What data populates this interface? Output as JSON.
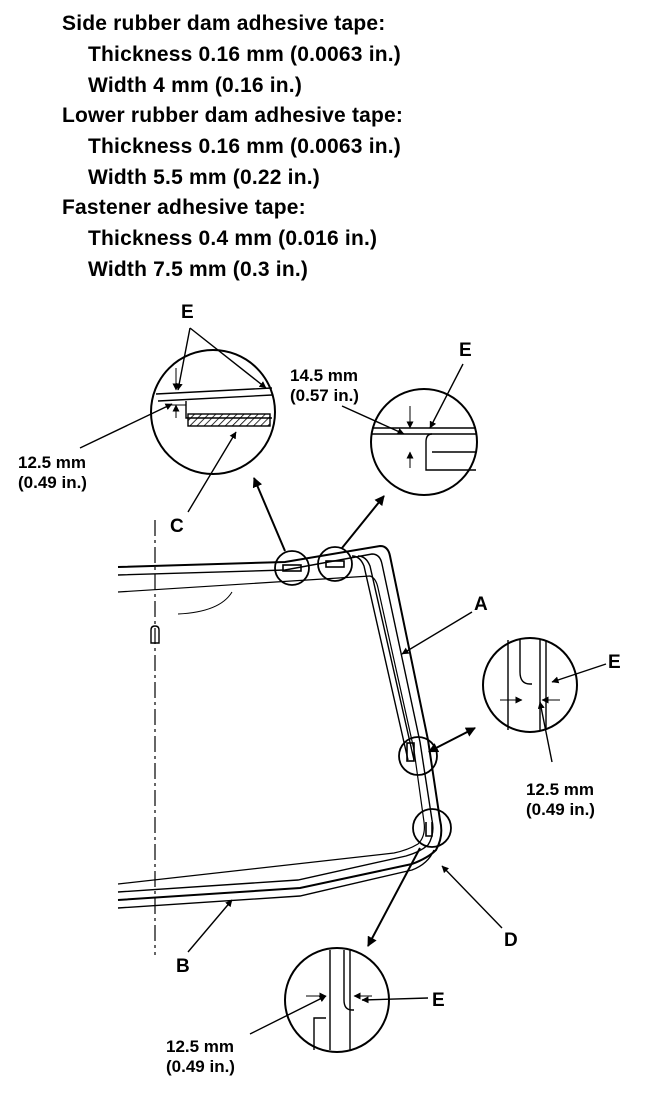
{
  "specs": {
    "side": {
      "heading": "Side rubber dam adhesive tape:",
      "thickness": "Thickness 0.16 mm (0.0063 in.)",
      "width": "Width 4 mm (0.16 in.)"
    },
    "lower": {
      "heading": "Lower rubber dam adhesive tape:",
      "thickness": "Thickness 0.16 mm (0.0063 in.)",
      "width": "Width 5.5 mm (0.22 in.)"
    },
    "fastener": {
      "heading": "Fastener adhesive tape:",
      "thickness": "Thickness 0.4 mm (0.016 in.)",
      "width": "Width 7.5 mm (0.3 in.)"
    }
  },
  "labels": {
    "a": "A",
    "b": "B",
    "c": "C",
    "d": "D",
    "e": "E"
  },
  "dimensions": {
    "top_left": {
      "mm": "12.5 mm",
      "in": "(0.49 in.)"
    },
    "top_right": {
      "mm": "14.5 mm",
      "in": "(0.57 in.)"
    },
    "right": {
      "mm": "12.5 mm",
      "in": "(0.49 in.)"
    },
    "bottom": {
      "mm": "12.5 mm",
      "in": "(0.49 in.)"
    }
  }
}
